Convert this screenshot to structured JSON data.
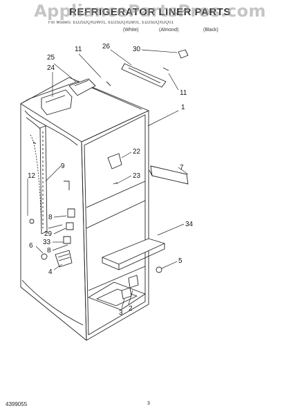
{
  "header": {
    "title": "REFRIGERATOR LINER PARTS",
    "watermark": "AppliancePartsPros.com",
    "model_line": "For Models: ED25DQXDW01, ED25DQXDB01, ED25DQXDQ01",
    "color_codes": [
      "(White)",
      "(Almond)",
      "(Black)"
    ]
  },
  "callouts": [
    "25",
    "24",
    "11",
    "26",
    "30",
    "11",
    "1",
    "22",
    "23",
    "7",
    "9",
    "12",
    "8",
    "29",
    "34",
    "33",
    "8",
    "6",
    "5",
    "4",
    "2",
    "3"
  ],
  "footer": {
    "part_number": "4399055",
    "page_number": "3"
  }
}
